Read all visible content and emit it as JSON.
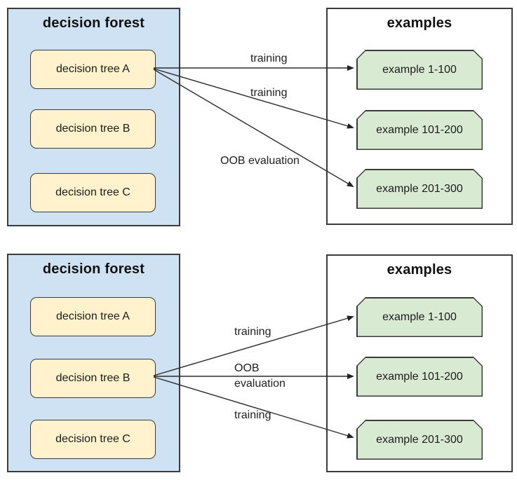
{
  "colors": {
    "forest_panel_fill": "#cfe2f3",
    "tree_box_fill": "#fff2cc",
    "examples_panel_fill": "#ffffff",
    "example_box_fill": "#d9ead3",
    "border": "#3b3b3b",
    "arrow": "#2b2b2b",
    "text": "#1c1c1c"
  },
  "diagrams": [
    {
      "forest": {
        "title": "decision forest",
        "trees": [
          "decision tree A",
          "decision tree B",
          "decision tree C"
        ]
      },
      "examples": {
        "title": "examples",
        "items": [
          "example 1-100",
          "example 101-200",
          "example 201-300"
        ]
      },
      "arrows": [
        {
          "from": "decision tree A",
          "to": "example 1-100",
          "label": "training"
        },
        {
          "from": "decision tree A",
          "to": "example 101-200",
          "label": "training"
        },
        {
          "from": "decision tree A",
          "to": "example 201-300",
          "label": "OOB evaluation"
        }
      ]
    },
    {
      "forest": {
        "title": "decision forest",
        "trees": [
          "decision tree A",
          "decision tree B",
          "decision tree C"
        ]
      },
      "examples": {
        "title": "examples",
        "items": [
          "example 1-100",
          "example 101-200",
          "example 201-300"
        ]
      },
      "arrows": [
        {
          "from": "decision tree B",
          "to": "example 1-100",
          "label": "training"
        },
        {
          "from": "decision tree B",
          "to": "example 101-200",
          "label": "OOB evaluation"
        },
        {
          "from": "decision tree B",
          "to": "example 201-300",
          "label": "training"
        }
      ]
    }
  ]
}
